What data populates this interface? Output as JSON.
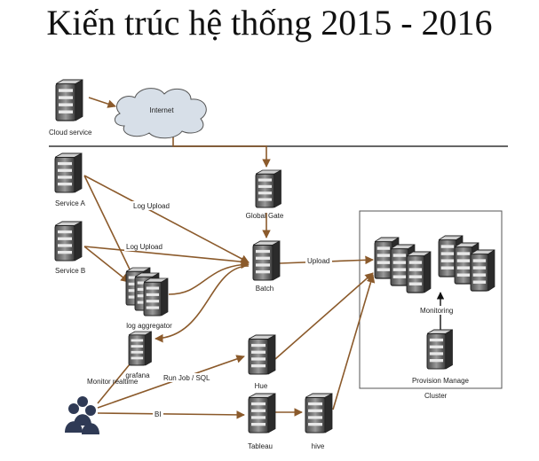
{
  "title": "Kiến trúc hệ thống 2015 - 2016",
  "nodes": {
    "cloud_service": "Cloud service",
    "internet": "Internet",
    "service_a": "Service A",
    "service_b": "Service B",
    "global_gate": "Global Gate",
    "batch": "Batch",
    "log_aggregator": "log aggregator",
    "grafana": "grafana",
    "hue": "Hue",
    "tableau": "Tableau",
    "hive": "hive",
    "provision_manage": "Provision Manage",
    "cluster": "Cluster"
  },
  "edges": {
    "log_upload_a": "Log Upload",
    "log_upload_b": "Log Upload",
    "upload": "Upload",
    "monitoring": "Monitoring",
    "monitor_realtime": "Monitor realtime",
    "run_job": "Run Job / SQL",
    "bi": "BI"
  },
  "colors": {
    "arrow": "#8b5a2b",
    "server_dark": "#2e2e2e",
    "server_mid": "#6a6a6a",
    "server_light": "#bcbcbc",
    "cloud_fill": "#d7dfe8"
  }
}
